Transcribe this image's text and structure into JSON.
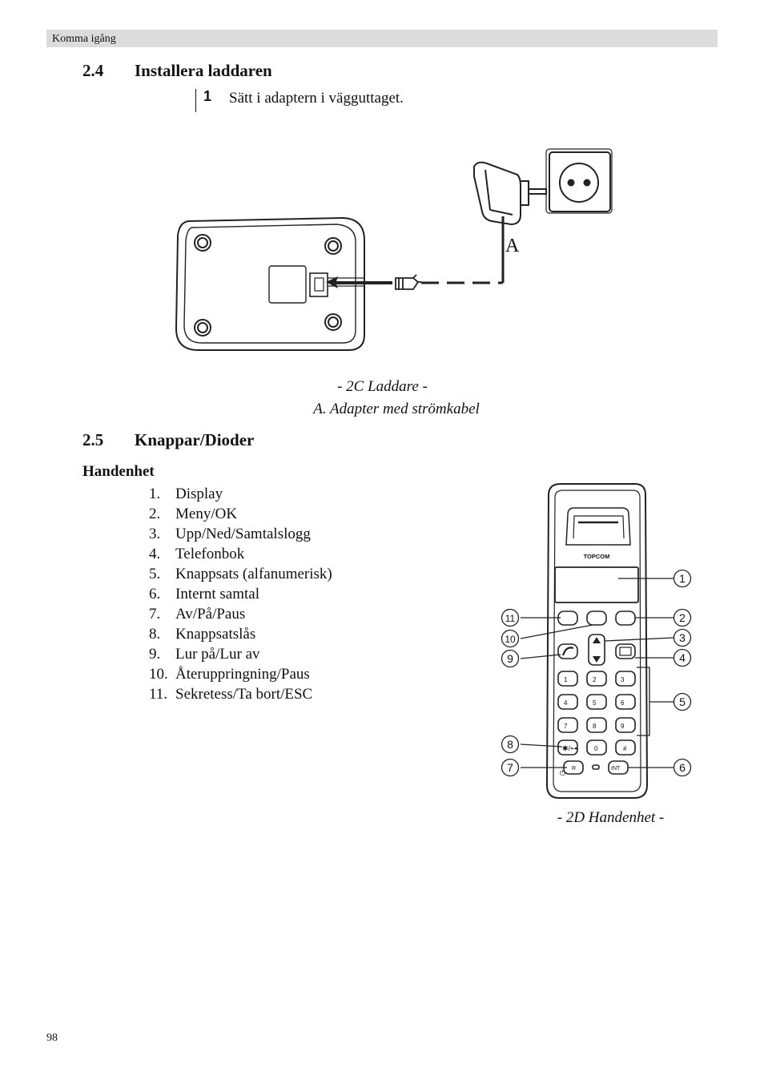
{
  "header": {
    "text": "Komma igång"
  },
  "section_24": {
    "number": "2.4",
    "title": "Installera laddaren",
    "step": {
      "number": "1",
      "text": "Sätt i adaptern i vägguttaget."
    }
  },
  "figure_2c": {
    "label_a": "A",
    "caption": "- 2C Laddare -",
    "legend": "A.  Adapter med strömkabel"
  },
  "section_25": {
    "number": "2.5",
    "title": "Knappar/Dioder",
    "subtitle": "Handenhet",
    "items": [
      {
        "num": "1.",
        "label": "Display"
      },
      {
        "num": "2.",
        "label": "Meny/OK"
      },
      {
        "num": "3.",
        "label": "Upp/Ned/Samtalslogg"
      },
      {
        "num": "4.",
        "label": "Telefonbok"
      },
      {
        "num": "5.",
        "label": "Knappsats (alfanumerisk)"
      },
      {
        "num": "6.",
        "label": "Internt samtal"
      },
      {
        "num": "7.",
        "label": "Av/På/Paus"
      },
      {
        "num": "8.",
        "label": "Knappsatslås"
      },
      {
        "num": "9.",
        "label": "Lur på/Lur av"
      },
      {
        "num": "10.",
        "label": "Återuppringning/Paus"
      },
      {
        "num": "11.",
        "label": "Sekretess/Ta bort/ESC"
      }
    ]
  },
  "figure_2d": {
    "brand": "TOPCOM",
    "callouts": [
      "1",
      "2",
      "3",
      "4",
      "5",
      "6",
      "7",
      "8",
      "9",
      "10",
      "11"
    ],
    "keys": [
      "1",
      "2",
      "3",
      "4",
      "5",
      "6",
      "7",
      "8",
      "9",
      "0",
      "#",
      "R",
      "INT"
    ],
    "caption": "- 2D Handenhet -"
  },
  "page_number": "98"
}
